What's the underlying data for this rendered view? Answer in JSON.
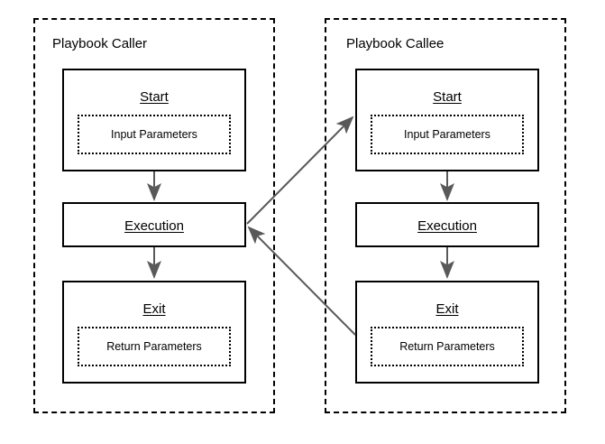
{
  "diagram": {
    "type": "flowchart",
    "title_visible": false,
    "colors": {
      "stroke": "#000000",
      "arrow": "#595959",
      "background": "#ffffff",
      "text": "#000000"
    },
    "lanes": [
      {
        "id": "caller",
        "label": "Playbook Caller",
        "nodes": [
          {
            "id": "caller-start",
            "title": "Start",
            "param_label": "Input Parameters",
            "has_params": true
          },
          {
            "id": "caller-execution",
            "title": "Execution",
            "param_label": "",
            "has_params": false
          },
          {
            "id": "caller-exit",
            "title": "Exit",
            "param_label": "Return Parameters",
            "has_params": true
          }
        ]
      },
      {
        "id": "callee",
        "label": "Playbook Callee",
        "nodes": [
          {
            "id": "callee-start",
            "title": "Start",
            "param_label": "Input Parameters",
            "has_params": true
          },
          {
            "id": "callee-execution",
            "title": "Execution",
            "param_label": "",
            "has_params": false
          },
          {
            "id": "callee-exit",
            "title": "Exit",
            "param_label": "Return Parameters",
            "has_params": true
          }
        ]
      }
    ],
    "connectors": [
      {
        "id": "caller-start-to-execution",
        "from": "caller-start",
        "to": "caller-execution",
        "label": "",
        "style": "vertical-arrow"
      },
      {
        "id": "caller-execution-to-exit",
        "from": "caller-execution",
        "to": "caller-exit",
        "label": "",
        "style": "vertical-arrow"
      },
      {
        "id": "callee-start-to-execution",
        "from": "callee-start",
        "to": "callee-execution",
        "label": "",
        "style": "vertical-arrow"
      },
      {
        "id": "callee-execution-to-exit",
        "from": "callee-execution",
        "to": "callee-exit",
        "label": "",
        "style": "vertical-arrow"
      },
      {
        "id": "caller-execution-to-callee-start",
        "from": "caller-execution",
        "to": "callee-start",
        "label": "",
        "style": "diagonal-arrow"
      },
      {
        "id": "callee-exit-to-caller-execution",
        "from": "callee-exit",
        "to": "caller-execution",
        "label": "",
        "style": "diagonal-arrow"
      }
    ]
  }
}
